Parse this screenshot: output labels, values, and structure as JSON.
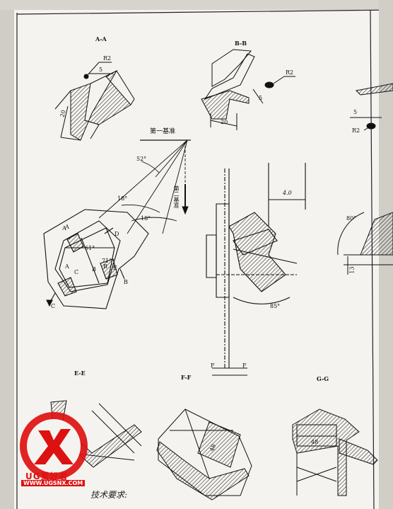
{
  "sections": {
    "aa": "A-A",
    "bb": "B-B",
    "ee": "E-E",
    "ff": "F-F",
    "gg": "G-G"
  },
  "datum_label": "第一基准",
  "datum_label_vertical": "第二基准",
  "dims": {
    "r2_a": "R2",
    "five_a": "5",
    "twenty_a": "20",
    "r2_b": "R2",
    "five_b": "5",
    "twenty_b": "20",
    "five_c": "5",
    "r2_c": "R2",
    "angle_52": "52°",
    "angle_18a": "18°",
    "angle_18b": "18°",
    "angle_61": "61°",
    "angle_71": "71°",
    "angle_80": "80°",
    "angle_85": "85°",
    "thirteen": "13",
    "four_zero": "4.0",
    "forty_eight_f": "48",
    "forty_eight_g": "48"
  },
  "points": {
    "a": "A",
    "d": "D",
    "b": "B",
    "c": "C",
    "e": "E",
    "b2": "B",
    "a2": "A",
    "a_arrow": "A",
    "b_arrow": "B",
    "c_arrow": "C",
    "f_left": "F",
    "f_right": "F"
  },
  "watermark": {
    "brand": "UG爱好者",
    "url": "WWW.UGSNX.COM"
  },
  "note": "技术要求:"
}
